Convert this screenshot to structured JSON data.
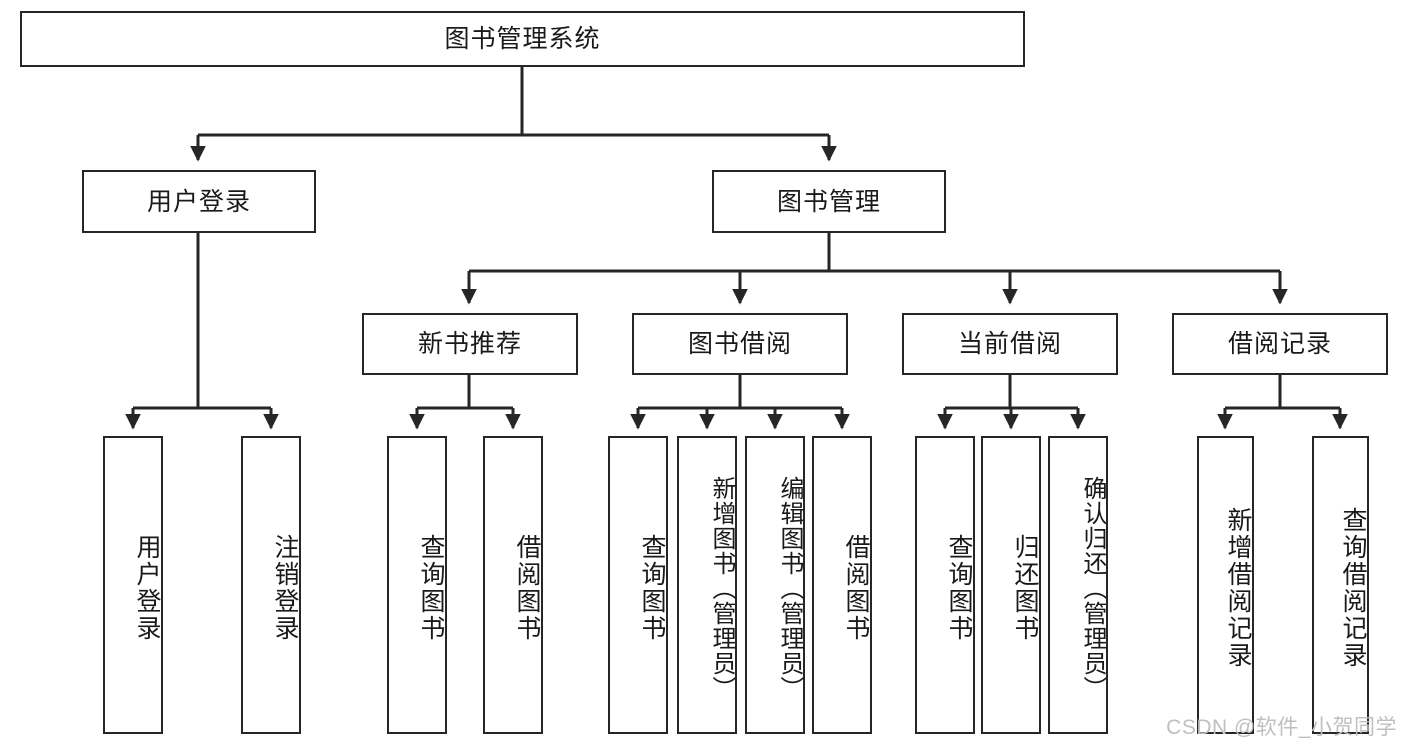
{
  "diagram": {
    "title": "图书管理系统",
    "watermark": "CSDN @软件_小贺同学",
    "colors": {
      "stroke": "#262626",
      "fill": "#ffffff",
      "text": "#1a1a1a",
      "watermark": "#bfbfbf",
      "background": "#ffffff"
    },
    "root": {
      "label": "图书管理系统"
    },
    "level2": [
      {
        "label": "用户登录"
      },
      {
        "label": "图书管理"
      }
    ],
    "level3": [
      {
        "label": "新书推荐"
      },
      {
        "label": "图书借阅"
      },
      {
        "label": "当前借阅"
      },
      {
        "label": "借阅记录"
      }
    ],
    "leaves": {
      "user_login": [
        {
          "label": "用户登录"
        },
        {
          "label": "注销登录"
        }
      ],
      "new_book": [
        {
          "label": "查询图书"
        },
        {
          "label": "借阅图书"
        }
      ],
      "borrow": [
        {
          "label": "查询图书"
        },
        {
          "label": "新增图书（管理员）"
        },
        {
          "label": "编辑图书（管理员）"
        },
        {
          "label": "借阅图书"
        }
      ],
      "current": [
        {
          "label": "查询图书"
        },
        {
          "label": "归还图书"
        },
        {
          "label": "确认归还（管理员）"
        }
      ],
      "records": [
        {
          "label": "新增借阅记录"
        },
        {
          "label": "查询借阅记录"
        }
      ]
    }
  }
}
